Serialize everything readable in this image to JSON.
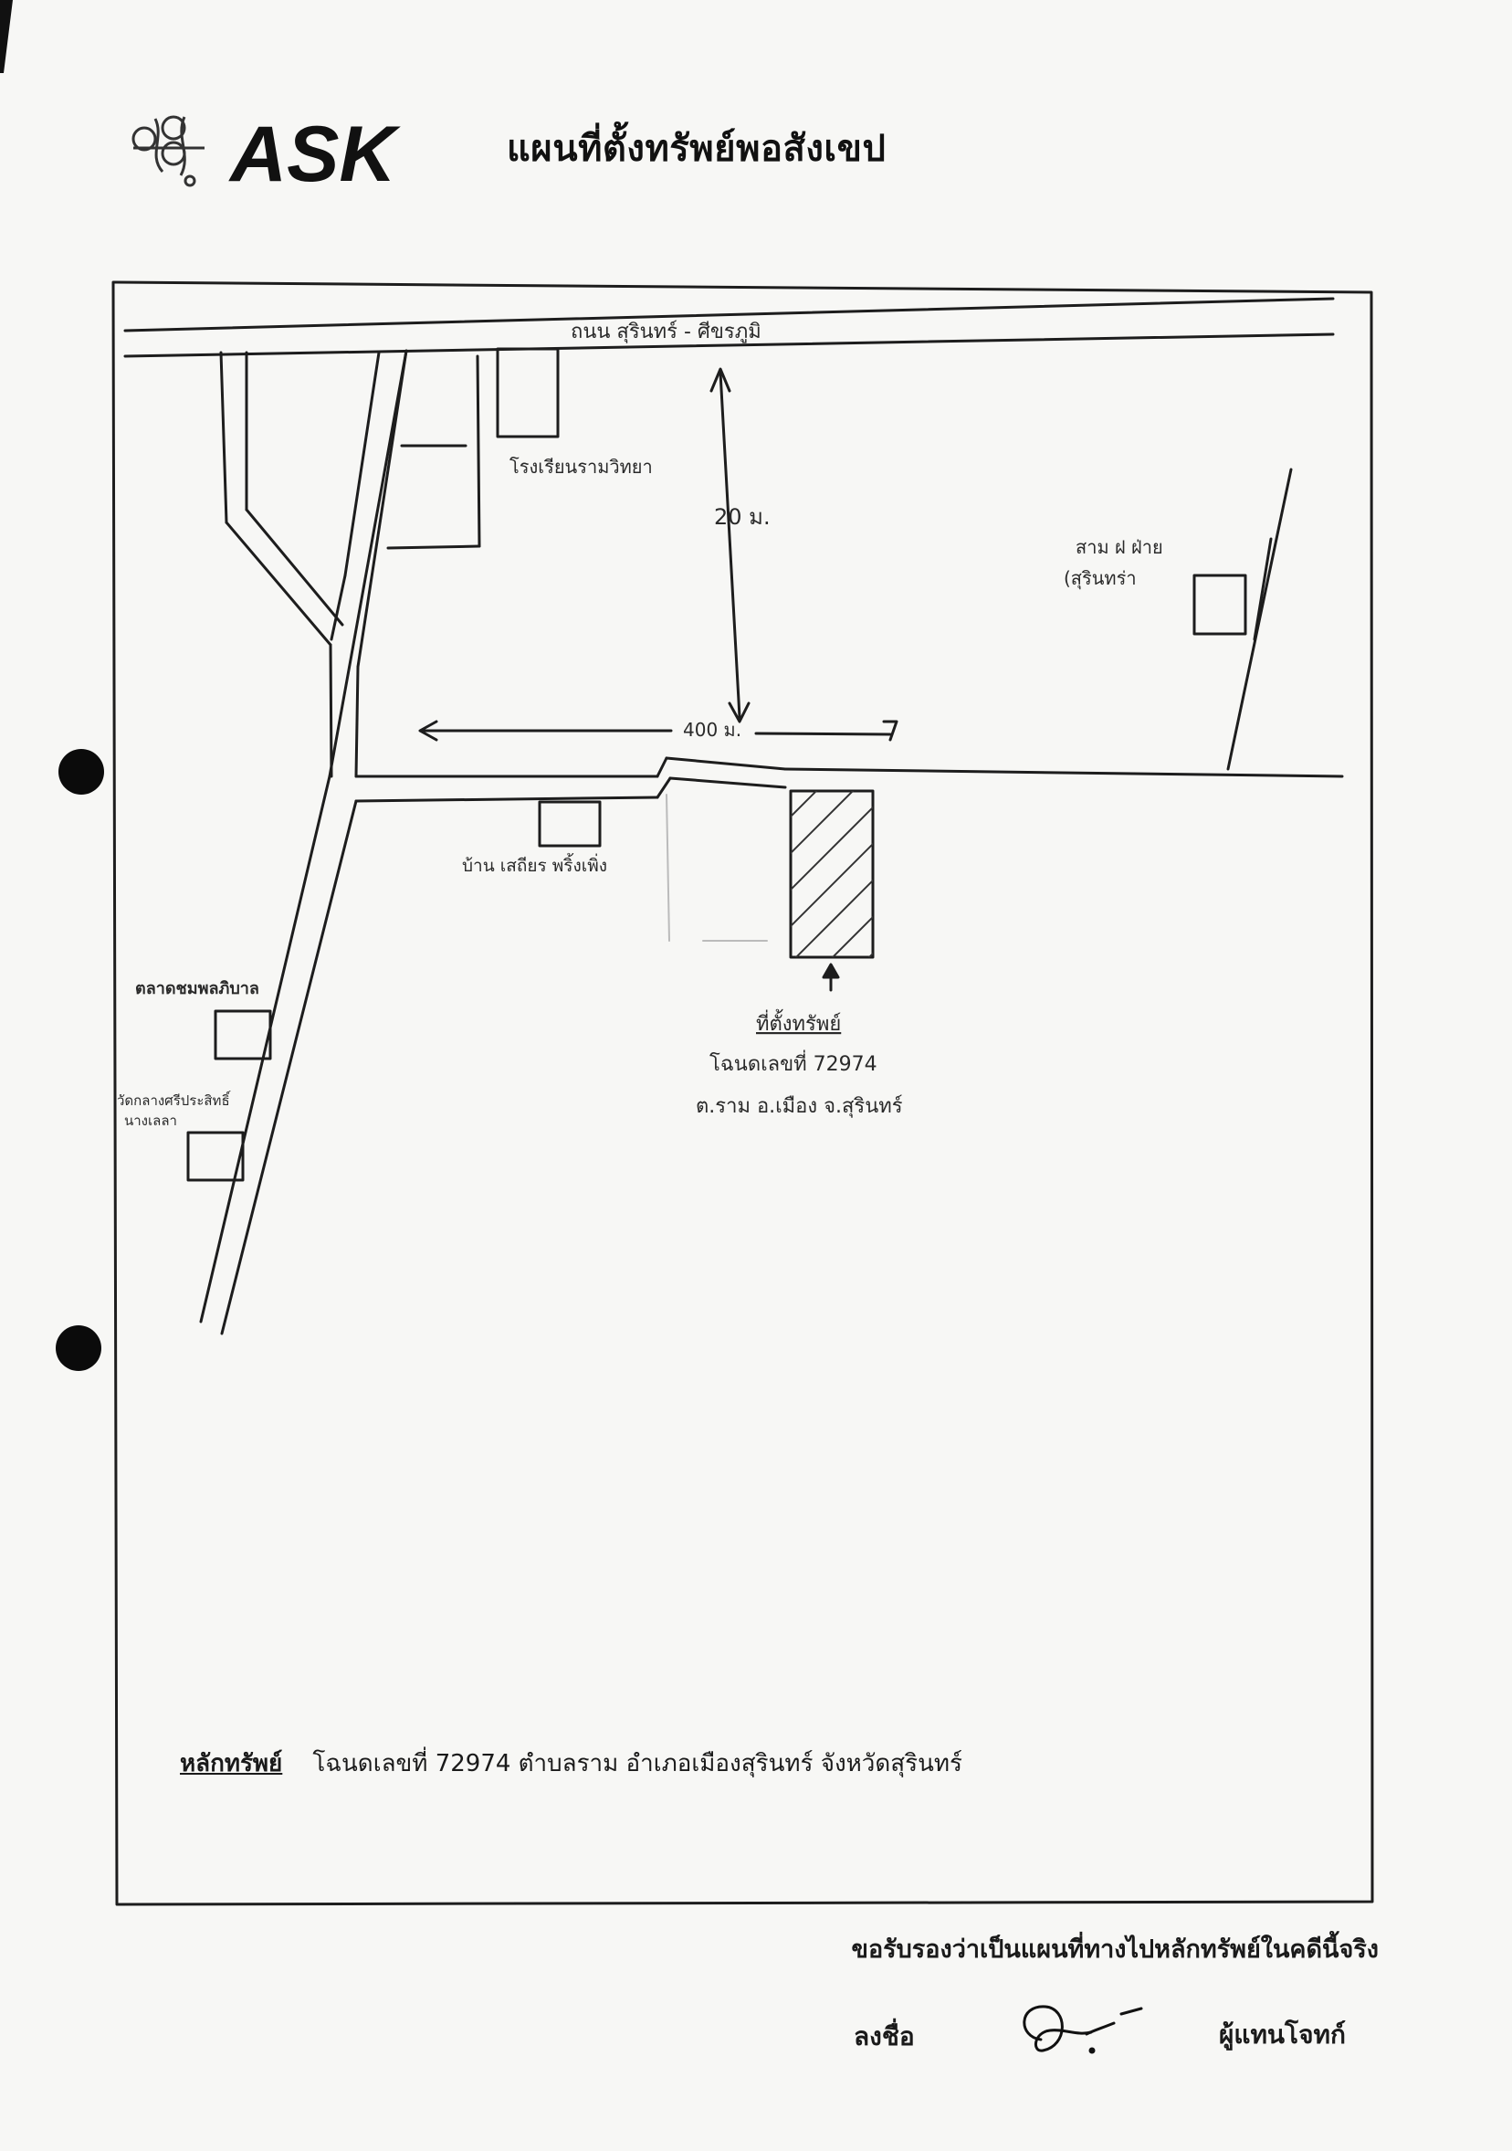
{
  "header": {
    "logo_text": "ASK",
    "title": "แผนที่ตั้งทรัพย์พอสังเขป"
  },
  "map": {
    "road_main_label": "ถนน สุรินทร์ - ศีขรภูมิ",
    "distance_vertical": "20 ม.",
    "distance_horizontal": "400 ม.",
    "landmarks": {
      "school": "โรงเรียนรามวิทยา",
      "top_right": "สาม ฝ ฝ่าย",
      "top_right_sub": "(สุรินทร่า",
      "house": "บ้าน เสถียร พริ้งเพิ่ง",
      "left_building": "ตลาดชมพลภิบาล",
      "left_building_2": "วัดกลางศรีประสิทธิ์",
      "left_building_2_sub": "นางเลลา"
    },
    "property": {
      "label": "ที่ตั้งทรัพย์",
      "deed": "โฉนดเลขที่ 72974",
      "location": "ต.ราม อ.เมือง จ.สุรินทร์"
    }
  },
  "caption": {
    "label": "หลักทรัพย์",
    "text": "โฉนดเลขที่ 72974   ตำบลราม อำเภอเมืองสุรินทร์ จังหวัดสุรินทร์"
  },
  "footer": {
    "certify": "ขอรับรองว่าเป็นแผนที่ทางไปหลักทรัพย์ในคดีนี้จริง",
    "sign_label": "ลงชื่อ",
    "sign_role": "ผู้แทนโจทก์"
  }
}
